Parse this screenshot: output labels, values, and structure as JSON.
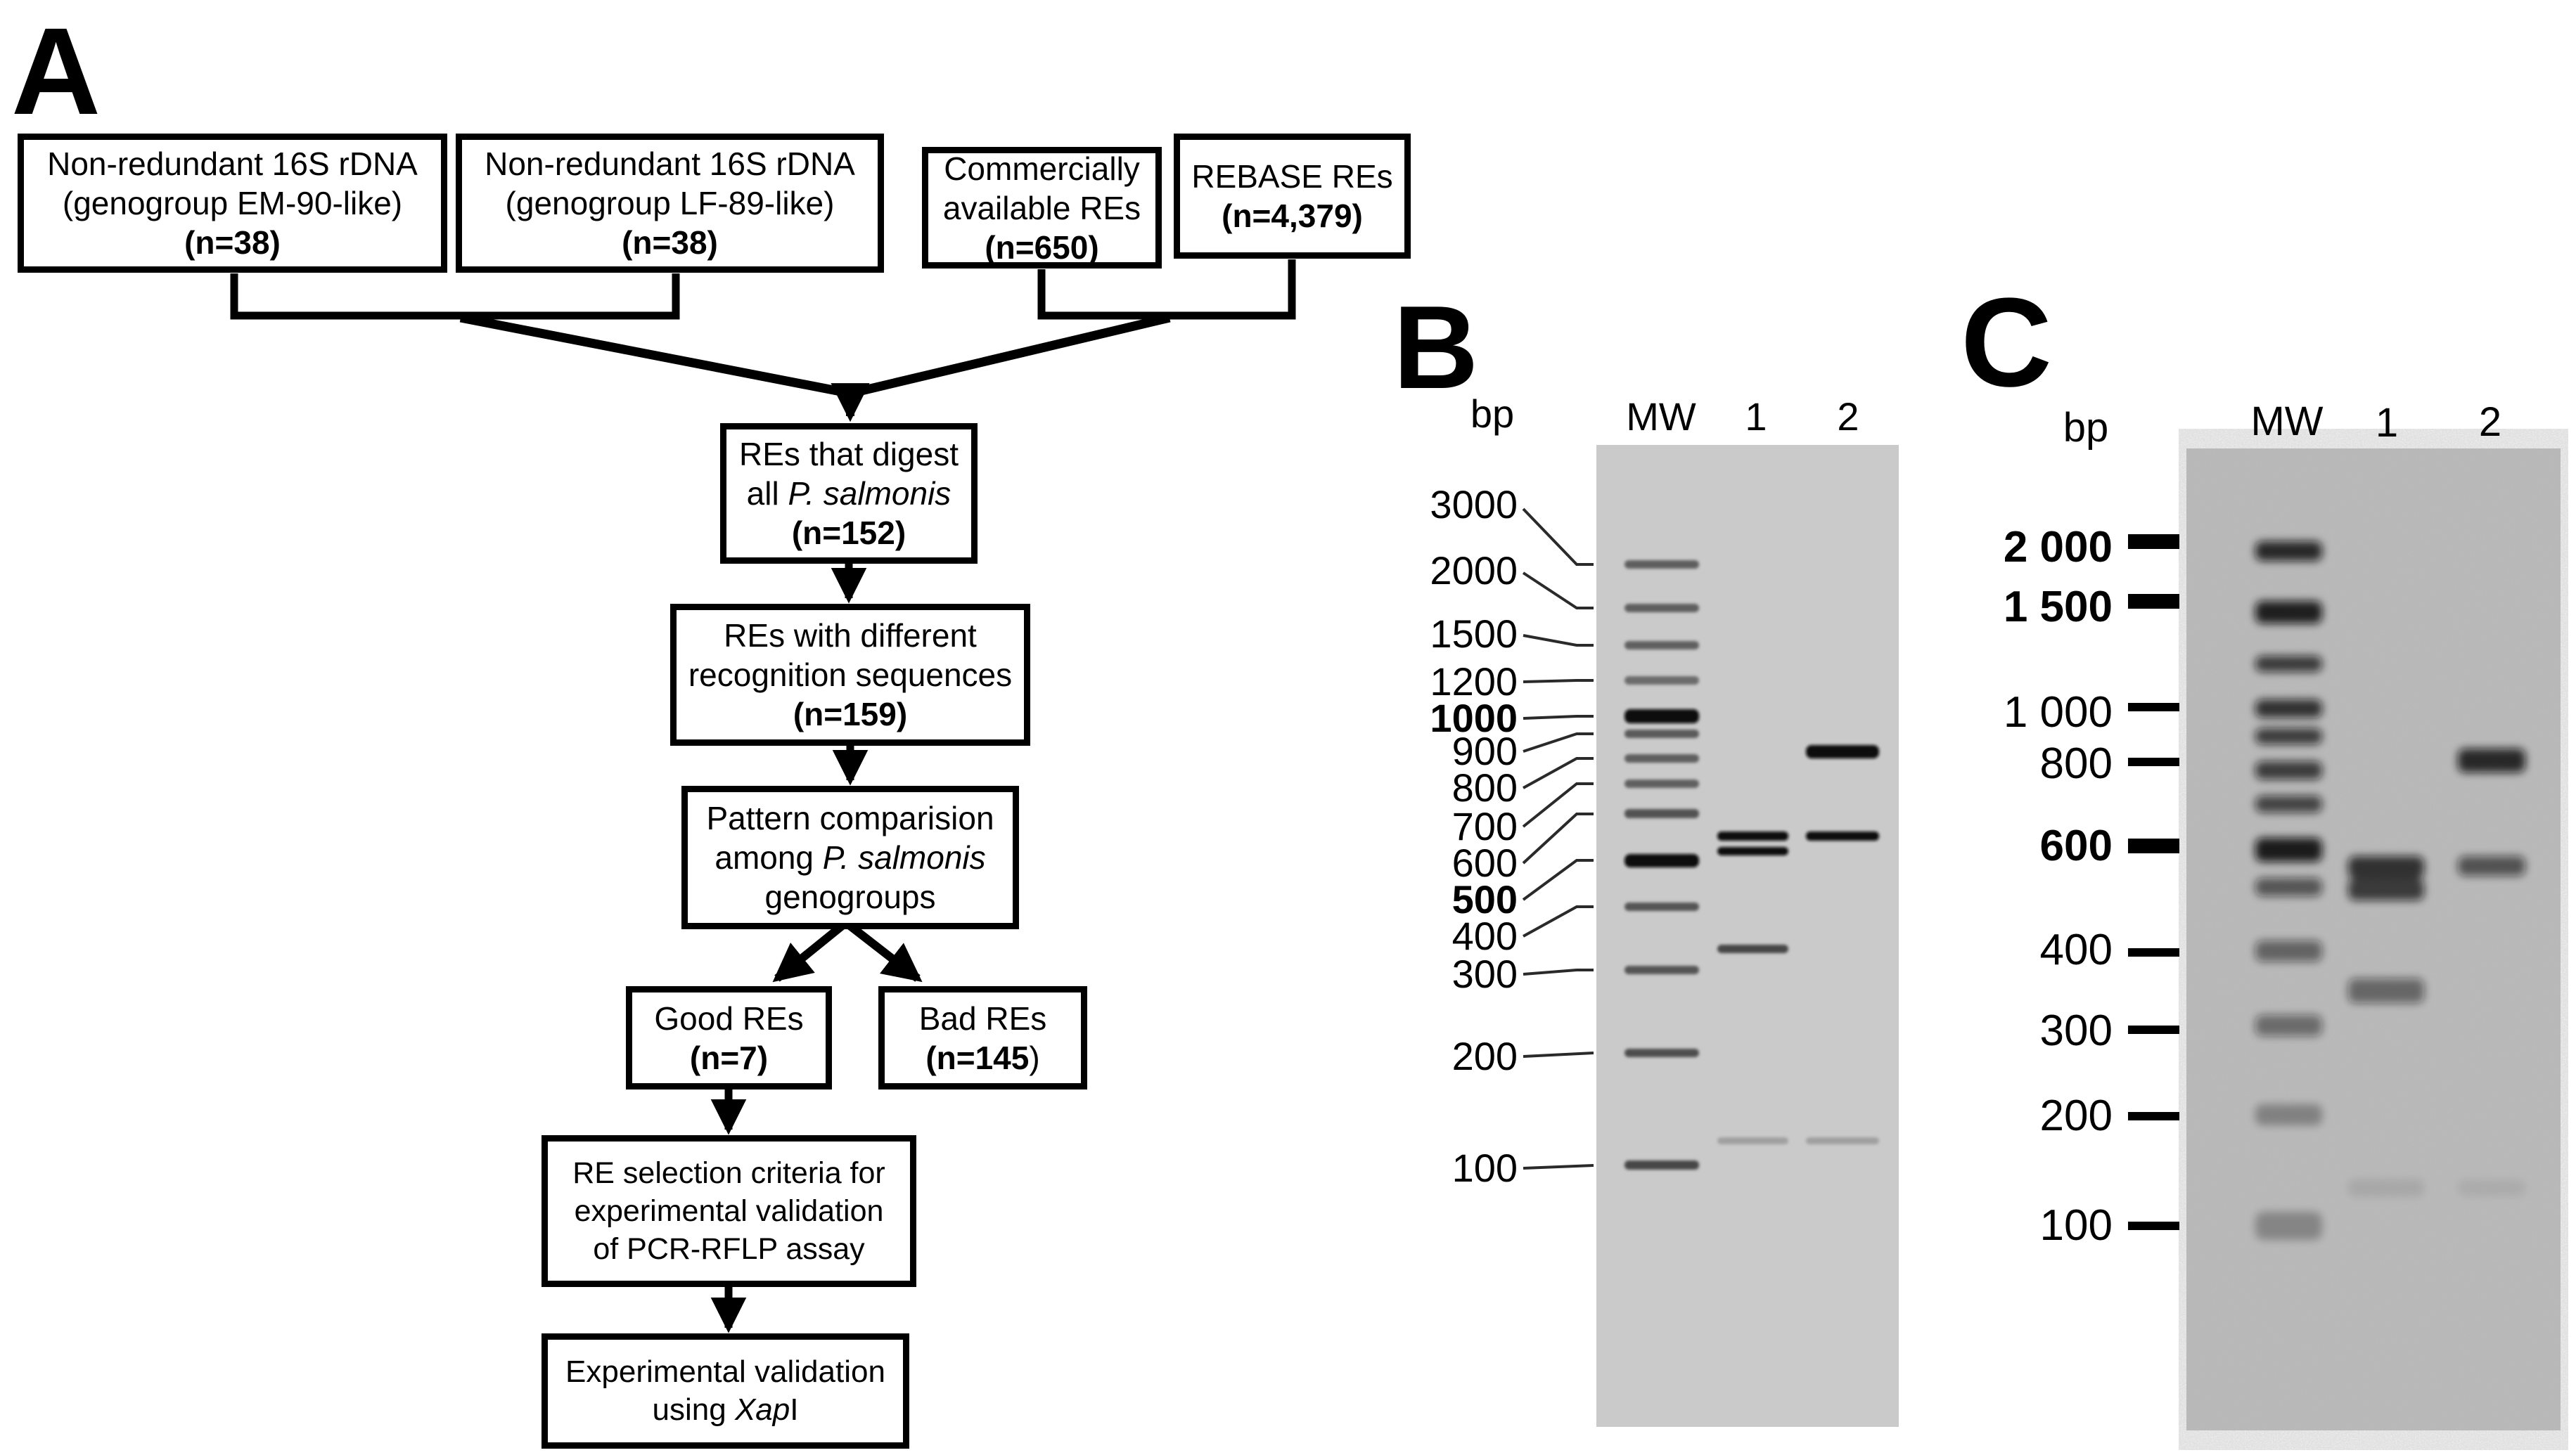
{
  "panels": {
    "a": "A",
    "b": "B",
    "c": "C"
  },
  "flowchart": {
    "em90": {
      "l1": "Non-redundant 16S rDNA",
      "l2": "(genogroup EM-90-like)",
      "n": "(n=38)"
    },
    "lf89": {
      "l1": "Non-redundant 16S rDNA",
      "l2": "(genogroup LF-89-like)",
      "n": "(n=38)"
    },
    "commercial": {
      "l1": "Commercially",
      "l2": "available REs",
      "n": "(n=650)"
    },
    "rebase": {
      "l1": "REBASE REs",
      "n": "(n=4,379)"
    },
    "digest": {
      "l1": "REs that digest",
      "l2a": "all ",
      "l2b": "P. salmonis",
      "n": "(n=152)"
    },
    "recognition": {
      "l1": "REs with different",
      "l2": "recognition sequences",
      "n": "(n=159)"
    },
    "pattern": {
      "l1": "Pattern comparision",
      "l2a": "among ",
      "l2b": "P. salmonis",
      "l3": "genogroups"
    },
    "good": {
      "l1": "Good REs",
      "n": "(n=7)"
    },
    "bad": {
      "l1": "Bad REs",
      "na": "(n=145",
      "nb": ")"
    },
    "criteria": {
      "l1": "RE selection criteria for",
      "l2": "experimental validation",
      "l3": "of PCR-RFLP assay"
    },
    "validation": {
      "l1": "Experimental validation",
      "l2a": "using ",
      "l2b": "Xap",
      "l2c": "I"
    }
  },
  "gel_b": {
    "unit": "bp",
    "headers": {
      "mw": "MW",
      "lane1": "1",
      "lane2": "2"
    },
    "ladder": [
      "3000",
      "2000",
      "1500",
      "1200",
      "1000",
      "900",
      "800",
      "700",
      "600",
      "500",
      "400",
      "300",
      "200",
      "100"
    ]
  },
  "gel_c": {
    "unit": "bp",
    "headers": {
      "mw": "MW",
      "lane1": "1",
      "lane2": "2"
    },
    "ladder": [
      "2 000",
      "1 500",
      "1 000",
      "800",
      "600",
      "400",
      "300",
      "200",
      "100"
    ]
  }
}
